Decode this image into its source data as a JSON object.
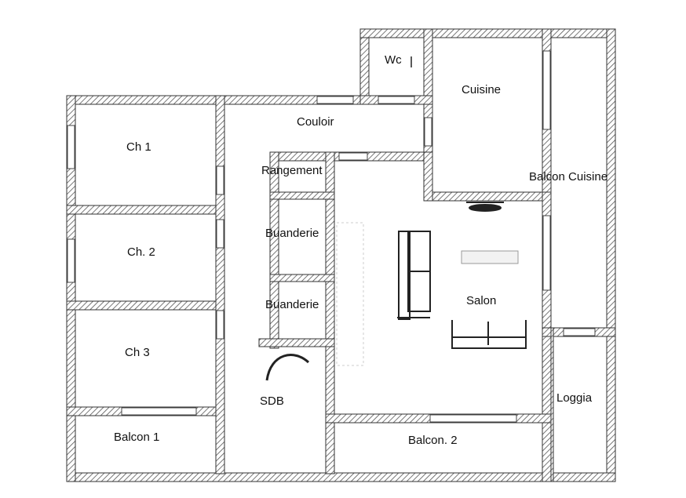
{
  "rooms": {
    "wc": "Wc",
    "cuisine": "Cuisine",
    "couloir": "Couloir",
    "ch1": "Ch  1",
    "ch2": "Ch. 2",
    "ch3": "Ch   3",
    "rangement": "Rangement",
    "buanderie1": "Buanderie",
    "buanderie2": "Buanderie",
    "balcon_cuisine": "Balcon Cuisine",
    "salon": "Salon",
    "sdb": "SDB",
    "loggia": "Loggia",
    "balcon1": "Balcon  1",
    "balcon2": "Balcon. 2"
  },
  "colors": {
    "wall": "#333333",
    "hatch": "#555555",
    "furniture": "#222222"
  }
}
